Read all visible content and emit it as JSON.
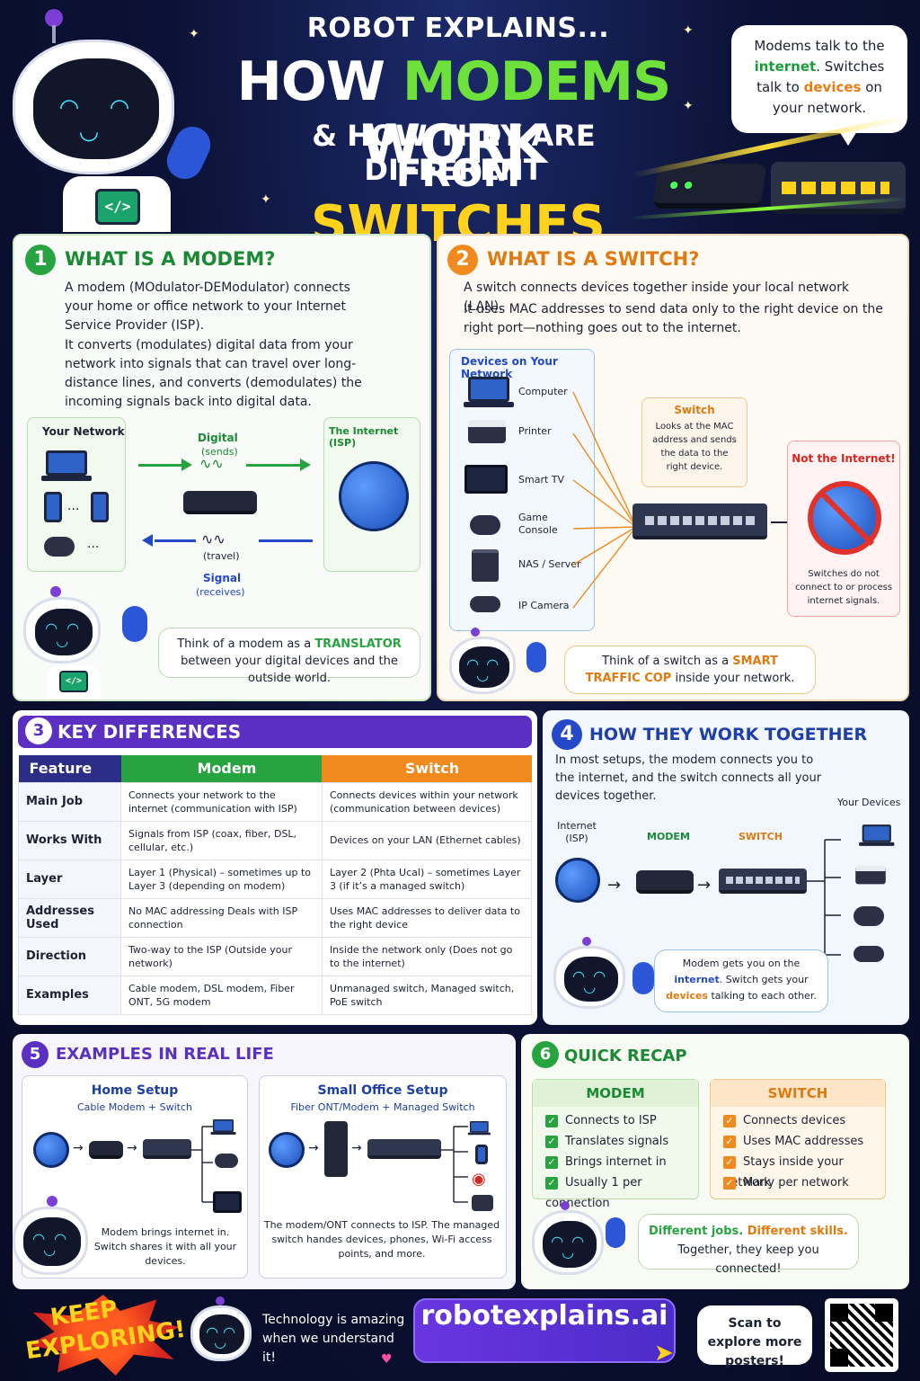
{
  "header": {
    "kicker": "ROBOT EXPLAINS...",
    "line1_a": "HOW ",
    "line1_highlight": "MODEMS",
    "line1_b": " WORK",
    "line2": "& HOW THEY ARE DIFFERENT",
    "line3_a": "FROM ",
    "line3_highlight": "SWITCHES",
    "robot_screen_text": "</>"
  },
  "speech": {
    "part1": "Modems talk to the ",
    "hl1": "internet",
    "part2": ". Switches talk to ",
    "hl2": "devices",
    "part3": " on your network."
  },
  "section1": {
    "number": "1",
    "title": "WHAT IS A MODEM?",
    "para1": "A modem (MOdulator-DEModulator) connects your home or office network to your Internet Service Provider (ISP).",
    "para2": "It converts (modulates) digital data from your network into signals that can travel over long-distance lines, and converts (demodulates) the incoming signals back into digital data.",
    "your_network": "Your Network",
    "internet_label": "The Internet (ISP)",
    "digital_label": "Digital",
    "sends_label": "(sends)",
    "travel_label": "(travel)",
    "signal_label": "Signal",
    "receives_label": "(receives)",
    "dots1": "...",
    "dots2": "...",
    "tip_a": "Think of a modem as a ",
    "tip_hl": "TRANSLATOR",
    "tip_b": " between your digital devices and the outside world.",
    "robot_screen_text": "</>"
  },
  "section2": {
    "number": "2",
    "title": "WHAT IS A SWITCH?",
    "para1": "A switch connects devices together inside your local network (LAN).",
    "para2": "It uses MAC addresses to send data only to the right device on the right port—nothing goes out to the internet.",
    "devices_title": "Devices on Your Network",
    "devices": [
      "Computer",
      "Printer",
      "Smart TV",
      "Game Console",
      "NAS / Server",
      "IP Camera"
    ],
    "switch_box_title": "Switch",
    "switch_box_text": "Looks at the MAC address and sends the data to the right device.",
    "not_internet_title": "Not the Internet!",
    "not_internet_text": "Switches do not connect to or process internet signals.",
    "tip_a": "Think of a switch as a ",
    "tip_hl": "SMART TRAFFIC COP",
    "tip_b": " inside your network."
  },
  "section3": {
    "number": "3",
    "title": "KEY DIFFERENCES",
    "headers": [
      "Feature",
      "Modem",
      "Switch"
    ],
    "rows": [
      {
        "feature": "Main Job",
        "modem": "Connects your network to the internet (communication with ISP)",
        "switch": "Connects devices within your network (communication between devices)"
      },
      {
        "feature": "Works With",
        "modem": "Signals from ISP (coax, fiber, DSL, cellular, etc.)",
        "switch": "Devices on your LAN (Ethernet cables)"
      },
      {
        "feature": "Layer",
        "modem": "Layer 1 (Physical) – sometimes up to Layer 3 (depending on modem)",
        "switch": "Layer 2 (Phta Ucal) – sometimes Layer 3 (if it’s a managed switch)"
      },
      {
        "feature": "Addresses Used",
        "modem": "No MAC addressing Deals with ISP connection",
        "switch": "Uses MAC addresses to deliver data to the right device"
      },
      {
        "feature": "Direction",
        "modem": "Two-way to the ISP (Outside your network)",
        "switch": "Inside the network only (Does not go to the internet)"
      },
      {
        "feature": "Examples",
        "modem": "Cable modem, DSL modem, Fiber ONT, 5G modem",
        "switch": "Unmanaged switch, Managed switch, PoE switch"
      }
    ]
  },
  "section4": {
    "number": "4",
    "title": "HOW THEY WORK TOGETHER",
    "para": "In most setups, the modem connects you to the internet, and the switch connects all your devices together.",
    "your_devices": "Your Devices",
    "internet_label": "Internet (ISP)",
    "modem_label": "MODEM",
    "switch_label": "SWITCH",
    "tip_a": "Modem gets you on the ",
    "tip_hl1": "internet",
    "tip_b": ". Switch gets your ",
    "tip_hl2": "devices",
    "tip_c": " talking to each other."
  },
  "section5": {
    "number": "5",
    "title": "EXAMPLES IN REAL LIFE",
    "home_title": "Home Setup",
    "home_sub": "Cable Modem + Switch",
    "home_caption": "Modem brings internet in. Switch shares it with all your devices.",
    "office_title": "Small Office Setup",
    "office_sub": "Fiber ONT/Modem + Managed Switch",
    "office_caption": "The modem/ONT connects to ISP. The managed switch handes devices, phones, Wi-Fi access points, and more."
  },
  "section6": {
    "number": "6",
    "title": "QUICK RECAP",
    "modem_head": "MODEM",
    "modem_items": [
      "Connects to ISP",
      "Translates signals",
      "Brings internet in",
      "Usually 1 per connection"
    ],
    "switch_head": "SWITCH",
    "switch_items": [
      "Connects devices",
      "Uses MAC addresses",
      "Stays inside your network",
      "Many per network"
    ],
    "tip_hl1": "Different jobs.",
    "tip_hl2": " Different skills.",
    "tip_b": "Together, they keep you connected!"
  },
  "footer": {
    "keep": "KEEP",
    "exploring": "EXPLORING!",
    "tagline": "Technology is amazing when we understand it!",
    "url": "robotexplains.ai",
    "scan": "Scan to explore more posters!"
  },
  "colors": {
    "green": "#27a340",
    "orange": "#f08a1d",
    "purple": "#5a2fc2",
    "blue": "#2349c8",
    "navy": "#0c1236",
    "highlight_green": "#6ee23a",
    "highlight_yellow": "#ffd21c"
  }
}
